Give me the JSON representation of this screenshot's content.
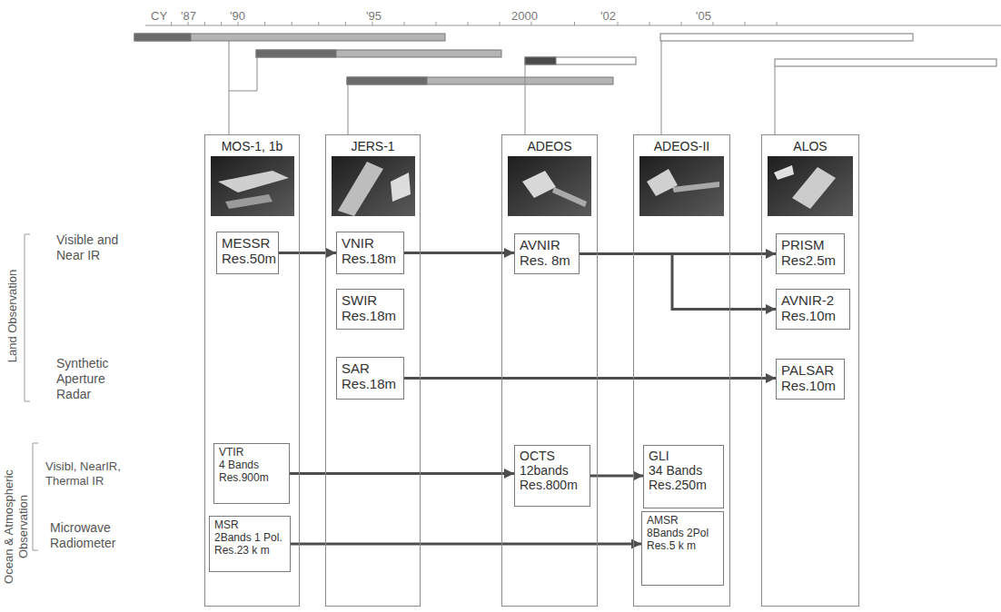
{
  "diagram": {
    "nodes": [
      {
        "text": [
          "MOS-1, 1b"
        ]
      },
      {
        "text": [
          "MESSR",
          "Res.50m"
        ],
        "in": 0
      },
      {
        "text": [
          "VTIR",
          "4 Bands Res.900m"
        ],
        "in": 0
      },
      {
        "text": [
          "MSR",
          "2Bands 1 Pol. Res.23 k m"
        ],
        "in": 0
      },
      {
        "text": [
          "JERS-1"
        ]
      },
      {
        "text": [
          "VNIR",
          "Res.18m"
        ],
        "in": 4
      },
      {
        "text": [
          "SWIR",
          "Res.18m"
        ],
        "in": 4
      },
      {
        "text": [
          "SAR",
          "Res.18m"
        ],
        "in": 4
      },
      {
        "text": [
          "ADEOS"
        ]
      },
      {
        "text": [
          "AVNIR",
          "Res. 8m"
        ],
        "in": 8
      },
      {
        "text": [
          "OCTS",
          "12bands Res.800m"
        ],
        "in": 8
      },
      {
        "text": [
          "ADEOS-II"
        ]
      },
      {
        "text": [
          "GLI",
          "34 Bands Res.250m"
        ],
        "in": 11
      },
      {
        "text": [
          "AMSR",
          "8Bands 2Pol Res.5 k m"
        ],
        "in": 11
      },
      {
        "text": [
          "ALOS"
        ]
      },
      {
        "text": [
          "PRISM",
          "Res2.5m"
        ],
        "in": 14
      },
      {
        "text": [
          "AVNIR-2",
          "Res.10m"
        ],
        "in": 14
      },
      {
        "text": [
          "PALSAR",
          "Res.10m"
        ],
        "in": 14
      }
    ],
    "edges": [
      {
        "from": 1,
        "to": 5,
        "arrow": "to"
      },
      {
        "from": 5,
        "to": 9,
        "arrow": "to"
      },
      {
        "from": 9,
        "to": 15,
        "arrow": "to"
      },
      {
        "from": 9,
        "to": 16,
        "arrow": "to"
      },
      {
        "from": 7,
        "to": 17,
        "arrow": "to"
      },
      {
        "from": 2,
        "to": 10,
        "arrow": "to"
      },
      {
        "from": 10,
        "to": 12,
        "arrow": "to"
      },
      {
        "from": 3,
        "to": 13,
        "arrow": "to"
      }
    ],
    "labels": [
      "CY",
      "'87",
      "'90",
      "'95",
      "2000",
      "'02",
      "'05",
      "Land Observation",
      "Visible and Near IR",
      "Synthetic Aperture Radar",
      "Ocean & Atmospheric Observation",
      "Visibl, NearIR, Thermal IR",
      "Microwave Radiometer"
    ]
  }
}
